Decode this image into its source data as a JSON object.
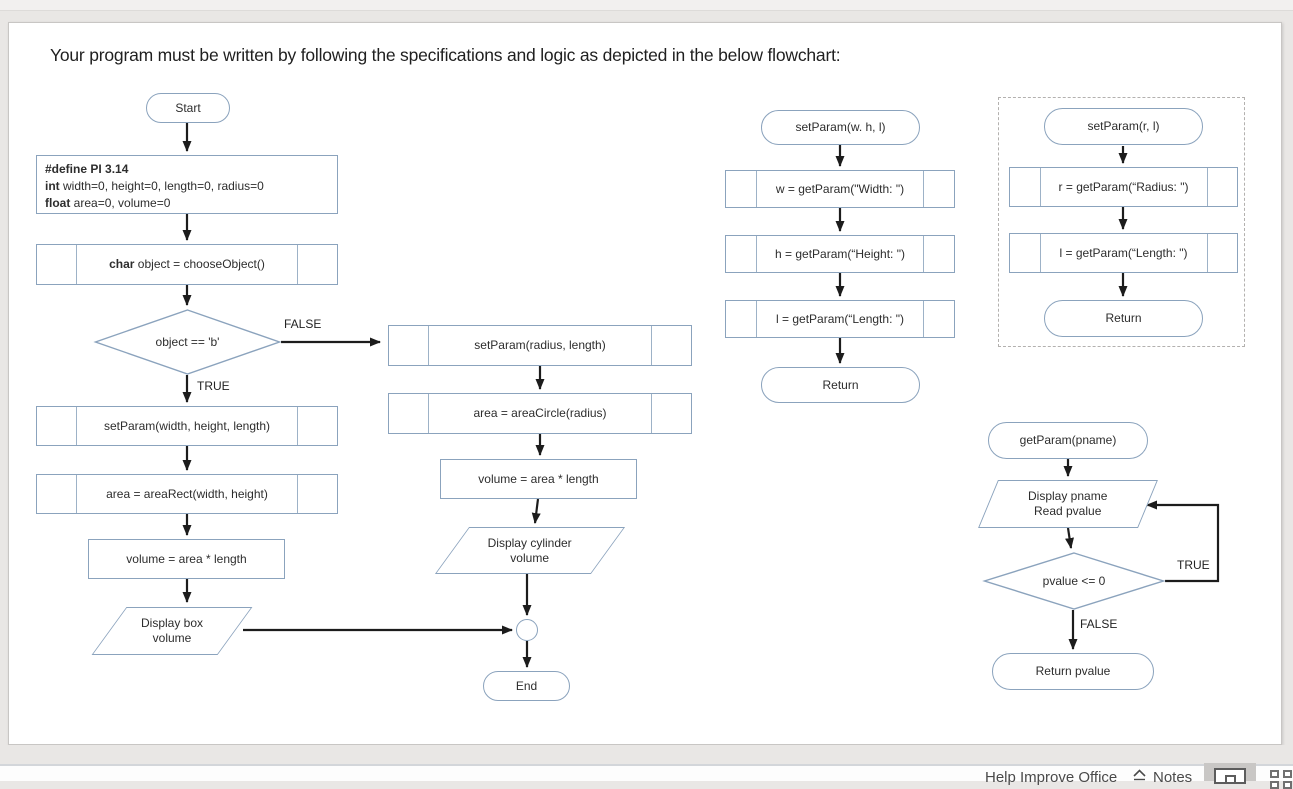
{
  "title": "Your program must be written by following the specifications and logic as depicted in the below flowchart:",
  "colors": {
    "shape_border": "#8ba3bd",
    "arrow": "#1c1c1c",
    "view_button_bg": "#c9c7c5"
  },
  "labels": {
    "true": "TRUE",
    "false": "FALSE"
  },
  "main_flow": {
    "start": "Start",
    "define_line": "#define PI 3.14",
    "int_kw": "int",
    "int_rest": " width=0, height=0, length=0, radius=0",
    "float_kw": "float",
    "float_rest": " area=0, volume=0",
    "char_kw": "char",
    "char_rest": " object = chooseObject()",
    "decision": "object == 'b'",
    "set_param": "setParam(width, height, length)",
    "area_rect": "area = areaRect(width, height)",
    "volume": "volume = area * length",
    "display_line1": "Display box",
    "display_line2": "volume"
  },
  "cylinder_flow": {
    "set_param": "setParam(radius, length)",
    "area_circle": "area = areaCircle(radius)",
    "volume": "volume = area * length",
    "display_line1": "Display cylinder",
    "display_line2": "volume",
    "end": "End"
  },
  "set_param_whl": {
    "title": "setParam(w. h, l)",
    "w": "w = getParam(\"Width: \")",
    "h": "h = getParam(“Height: \")",
    "l": "l = getParam(“Length: \")",
    "ret": "Return"
  },
  "set_param_rl": {
    "title": "setParam(r, l)",
    "r": "r = getParam(“Radius: \")",
    "l": "l = getParam(“Length: \")",
    "ret": "Return"
  },
  "get_param_flow": {
    "title": "getParam(pname)",
    "display_line1": "Display pname",
    "display_line2": "Read pvalue",
    "decision": "pvalue <= 0",
    "ret": "Return pvalue"
  },
  "status_bar": {
    "help": "Help Improve Office",
    "notes": "Notes",
    "icons": {
      "notes_collapse": "chevron-up-icon",
      "view_1": "normal-view-icon",
      "view_2": "slide-sorter-icon"
    }
  }
}
